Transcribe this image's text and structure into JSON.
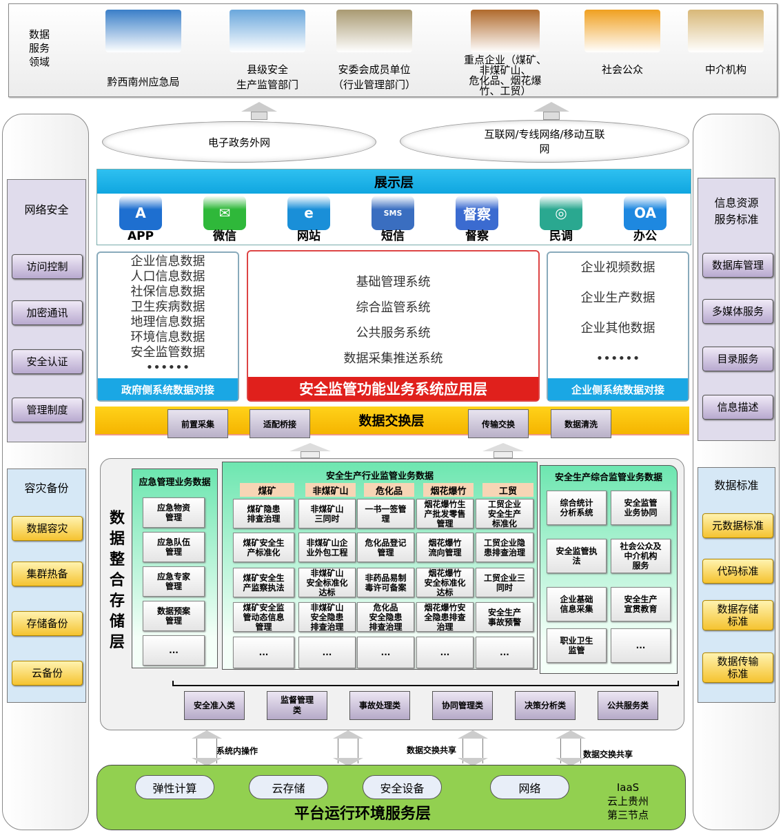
{
  "top": {
    "label": "数据服务领域",
    "entities": [
      {
        "name": "黔西南州应急局",
        "color": "#3a7fc8"
      },
      {
        "name": "县级安全\n生产监管部门",
        "color": "#6aa7dc"
      },
      {
        "name": "安委会成员单位\n（行业管理部门）",
        "color": "#a99a72"
      },
      {
        "name": "重点企业（煤矿、\n非煤矿山、\n危化品、烟花爆\n竹、工贸）",
        "color": "#b06a2c"
      },
      {
        "name": "社会公众",
        "color": "#f0a020"
      },
      {
        "name": "中介机构",
        "color": "#d8b878"
      }
    ]
  },
  "clouds": [
    "电子政务外网",
    "互联网/专线网络/移动互联\n网"
  ],
  "left": {
    "security_title": "网络安全",
    "security_items": [
      "访问控制",
      "加密通讯",
      "安全认证",
      "管理制度"
    ],
    "backup_title": "容灾备份",
    "backup_items": [
      "数据容灾",
      "集群热备",
      "存储备份",
      "云备份"
    ]
  },
  "right": {
    "resource_title": "信息资源\n服务标准",
    "resource_items": [
      "数据库管理",
      "多媒体服务",
      "目录服务",
      "信息描述"
    ],
    "data_title": "数据标准",
    "data_items": [
      "元数据标准",
      "代码标准",
      "数据存储\n标准",
      "数据传输\n标准"
    ]
  },
  "display": {
    "title": "展示层",
    "apps": [
      {
        "label": "APP",
        "glyph": "A",
        "color": "#1e6fd0"
      },
      {
        "label": "微信",
        "glyph": "✉",
        "color": "#2fb83a"
      },
      {
        "label": "网站",
        "glyph": "e",
        "color": "#1a8fd8"
      },
      {
        "label": "短信",
        "glyph": "SMS",
        "color": "#3a6ec0"
      },
      {
        "label": "督察",
        "glyph": "督察",
        "color": "#3b6bd0"
      },
      {
        "label": "民调",
        "glyph": "◎",
        "color": "#2aa890"
      },
      {
        "label": "办公",
        "glyph": "OA",
        "color": "#1e88e0"
      }
    ]
  },
  "gov": {
    "items": [
      "企业信息数据",
      "人口信息数据",
      "社保信息数据",
      "卫生疾病数据",
      "地理信息数据",
      "环境信息数据",
      "安全监管数据",
      "••••••"
    ],
    "footer": "政府侧系统数据对接"
  },
  "app_layer": {
    "items": [
      "基础管理系统",
      "综合监管系统",
      "公共服务系统",
      "数据采集推送系统"
    ],
    "footer": "安全监管功能业务系统应用层"
  },
  "ent": {
    "items": [
      "企业视频数据",
      "企业生产数据",
      "企业其他数据",
      "••••••"
    ],
    "footer": "企业侧系统数据对接"
  },
  "exchange": {
    "title": "数据交换层",
    "items": [
      "前置采集",
      "适配桥接",
      "传输交换",
      "数据清洗"
    ]
  },
  "storage": {
    "title": "数据整合存储层",
    "emergency": {
      "title": "应急管理业务数据",
      "items": [
        "应急物资\n管理",
        "应急队伍\n管理",
        "应急专家\n管理",
        "数据预案\n管理",
        "..."
      ]
    },
    "industry": {
      "title": "安全生产行业监管业务数据",
      "headers": [
        "煤矿",
        "非煤矿山",
        "危化品",
        "烟花爆竹",
        "工贸"
      ],
      "columns": [
        [
          "煤矿隐患\n排查治理",
          "煤矿安全生\n产标准化",
          "煤矿安全生\n产监察执法",
          "煤矿安全监\n管动态信息\n管理",
          "..."
        ],
        [
          "非煤矿山\n三同时",
          "非煤矿山企\n业外包工程",
          "非煤矿山\n安全标准化\n达标",
          "非煤矿山\n安全隐患\n排查治理",
          "..."
        ],
        [
          "一书一签管\n理",
          "危化品登记\n管理",
          "非药品易制\n毒许可备案",
          "危化品\n安全隐患\n排查治理",
          "..."
        ],
        [
          "烟花爆竹生\n产批发零售\n管理",
          "烟花爆竹\n流向管理",
          "烟花爆竹\n安全标准化\n达标",
          "烟花爆竹安\n全隐患排查\n治理",
          "..."
        ],
        [
          "工贸企业\n安全生产\n标准化",
          "工贸企业隐\n患排查治理",
          "工贸企业三\n同时",
          "安全生产\n事故预警",
          "..."
        ]
      ]
    },
    "comprehensive": {
      "title": "安全生产综合监管业务数据",
      "items": [
        "综合统计\n分析系统",
        "安全监管\n业务协同",
        "安全监管执\n法",
        "社会公众及\n中介机构\n服务",
        "企业基础\n信息采集",
        "安全生产\n宣贯教育",
        "职业卫生\n监管",
        "..."
      ]
    },
    "categories": [
      "安全准入类",
      "监督管理\n类",
      "事故处理类",
      "协同管理类",
      "决策分析类",
      "公共服务类"
    ]
  },
  "links": [
    "系统内操作",
    "数据交换共享",
    "数据交换共享"
  ],
  "platform": {
    "title": "平台运行环境服务层",
    "items": [
      "弹性计算",
      "云存储",
      "安全设备",
      "网络"
    ],
    "note": "IaaS\n云上贵州\n第三节点"
  }
}
